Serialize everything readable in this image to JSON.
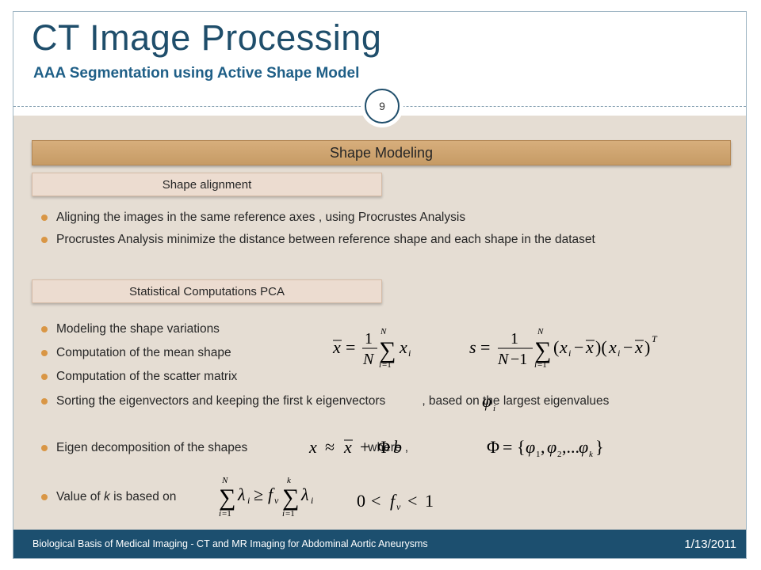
{
  "slide": {
    "title": "CT Image Processing",
    "subtitle": "AAA Segmentation using Active Shape Model",
    "page_number": "9"
  },
  "section": {
    "heading": "Shape Modeling",
    "alignment_heading": "Shape alignment",
    "alignment_bullets": [
      "Aligning the images in the same reference  axes , using  Procrustes Analysis",
      "Procrustes  Analysis minimize the distance between reference  shape and each shape in the dataset"
    ],
    "pca_heading": "Statistical Computations PCA",
    "pca_bullets": [
      "Modeling the shape variations",
      "Computation of the mean shape",
      "Computation of the scatter matrix"
    ],
    "eigen_sort": {
      "before": "Sorting the eigenvectors and keeping the first k eigenvectors",
      "after": ", based on the largest eigenvalues"
    },
    "eigen_decomp": {
      "before": "Eigen decomposition of the shapes",
      "where": "where ,"
    },
    "k_value": {
      "before": "Value of ",
      "k": "k",
      "after": "  is based on"
    }
  },
  "footer": {
    "text": "Biological Basis of Medical Imaging - CT and MR Imaging for Abdominal Aortic Aneurysms",
    "date": "1/13/2011"
  }
}
